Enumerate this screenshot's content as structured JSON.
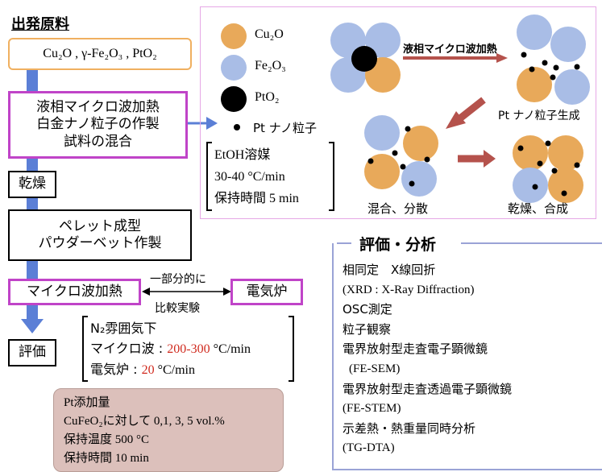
{
  "flow": {
    "title": "出発原料",
    "start": "Cu₂O , γ-Fe₂O₃ , PtO₂",
    "microwave_box": [
      "液相マイクロ波加熱",
      "白金ナノ粒子の作製",
      "試料の混合"
    ],
    "dry": "乾燥",
    "pellet": [
      "ペレット成型",
      "パウダーベット作製"
    ],
    "microwave": "マイクロ波加熱",
    "furnace": "電気炉",
    "partial": "一部分的に",
    "compare": "比較実験",
    "evaluate": "評価"
  },
  "legend": {
    "cu2o": "Cu₂O",
    "fe2o3": "Fe₂O₃",
    "pto2": "PtO₂",
    "pt_nano": "Pt ナノ粒子"
  },
  "solvent": {
    "lines": [
      "EtOH溶媒",
      "30-40 °C/min",
      "保持時間 5 min"
    ]
  },
  "process": {
    "heat_label": "液相マイクロ波加熱",
    "generate_label": "Pt ナノ粒子生成",
    "mix_label": "混合、分散",
    "dry_label": "乾燥、合成"
  },
  "atmosphere": {
    "line1": "N₂雰囲気下",
    "mw_prefix": "マイクロ波 : ",
    "mw_value": "200-300",
    "mw_unit": " °C/min",
    "ef_prefix": "電気炉 : ",
    "ef_value": "20",
    "ef_unit": " °C/min"
  },
  "pt_box": {
    "lines": [
      "Pt添加量",
      "CuFeO₂に対して 0,1, 3, 5 vol.%",
      "保持温度 500 °C",
      "保持時間 10 min"
    ]
  },
  "analysis": {
    "title": "評価・分析",
    "items": [
      "相同定　X線回折",
      "(XRD : X-Ray Diffraction)",
      "OSC測定",
      "粒子観察",
      "電界放射型走査電子顕微鏡",
      "(FE-SEM)",
      "電界放射型走査透過電子顕微鏡",
      "(FE-STEM)",
      "示差熱・熱重量同時分析",
      "(TG-DTA)"
    ]
  },
  "colors": {
    "cu2o": "#e8a95a",
    "fe2o3": "#a9bde6",
    "pt": "#000000",
    "flow_arrow": "#5b7fd6",
    "process_arrow": "#b5524c",
    "magenta": "#c044c8",
    "orange_border": "#f0b060",
    "red_text": "#d02a1e",
    "pt_box_fill": "#dcc0bb",
    "analysis_border": "#9aa3d6"
  }
}
